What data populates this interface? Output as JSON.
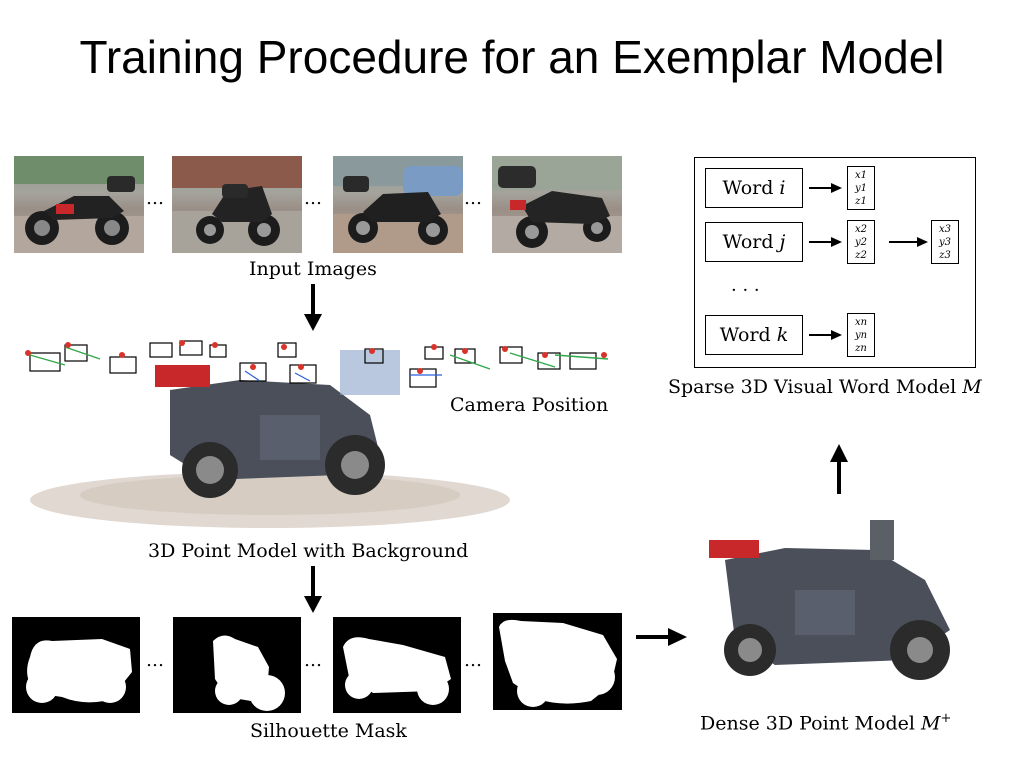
{
  "title": "Training Procedure for an Exemplar Model",
  "captions": {
    "input_images": "Input Images",
    "camera_position": "Camera Position",
    "point_model_bg": "3D Point Model with Background",
    "silhouette": "Silhouette Mask",
    "dense_model": "Dense 3D Point Model",
    "dense_model_symbol": "M",
    "dense_model_sup": "+",
    "sparse_model": "Sparse 3D Visual Word Model",
    "sparse_model_symbol": "M"
  },
  "ellipsis": "…",
  "vertical_ellipsis": "· · ·",
  "words": [
    {
      "label": "Word",
      "var": "i",
      "vectors": [
        [
          "x1",
          "y1",
          "z1"
        ]
      ]
    },
    {
      "label": "Word",
      "var": "j",
      "vectors": [
        [
          "x2",
          "y2",
          "z2"
        ],
        [
          "x3",
          "y3",
          "z3"
        ]
      ]
    },
    {
      "label": "Word",
      "var": "k",
      "vectors": [
        [
          "xn",
          "yn",
          "zn"
        ]
      ]
    }
  ],
  "colors": {
    "accent_red": "#d8332a",
    "camera_green": "#2ea84a",
    "camera_blue": "#2b5fd9"
  }
}
